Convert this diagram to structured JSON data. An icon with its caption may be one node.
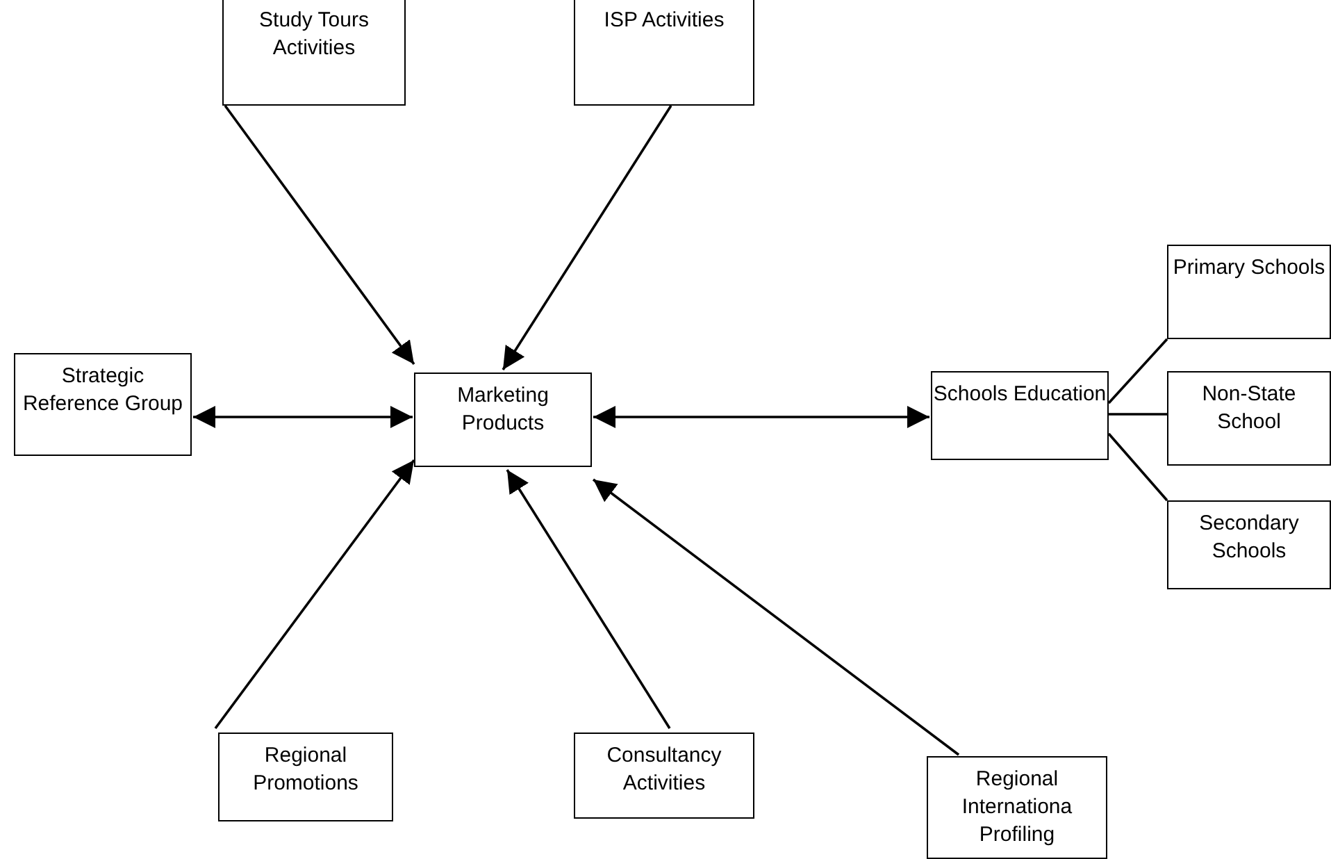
{
  "diagram": {
    "nodes": [
      {
        "text": [
          "Study Tours Activities"
        ]
      },
      {
        "text": [
          "ISP Activities"
        ]
      },
      {
        "text": [
          "Strategic Reference Group"
        ]
      },
      {
        "text": [
          "Marketing Products"
        ]
      },
      {
        "text": [
          "Schools Education"
        ]
      },
      {
        "text": [
          "Primary Schools"
        ]
      },
      {
        "text": [
          "Non-State School"
        ]
      },
      {
        "text": [
          "Secondary Schools"
        ]
      },
      {
        "text": [
          "Regional Promotions"
        ]
      },
      {
        "text": [
          "Consultancy Activities"
        ]
      },
      {
        "text": [
          "Regional Internationa Profiling"
        ]
      }
    ],
    "edges": [
      {
        "from": 0,
        "to": 3,
        "arrow": "to"
      },
      {
        "from": 1,
        "to": 3,
        "arrow": "to"
      },
      {
        "from": 2,
        "to": 3,
        "arrow": "both"
      },
      {
        "from": 3,
        "to": 4,
        "arrow": "both"
      },
      {
        "from": 4,
        "to": 5,
        "arrow": "none"
      },
      {
        "from": 4,
        "to": 6,
        "arrow": "none"
      },
      {
        "from": 4,
        "to": 7,
        "arrow": "none"
      },
      {
        "from": 8,
        "to": 3,
        "arrow": "to"
      },
      {
        "from": 9,
        "to": 3,
        "arrow": "to"
      },
      {
        "from": 10,
        "to": 3,
        "arrow": "to"
      }
    ]
  }
}
